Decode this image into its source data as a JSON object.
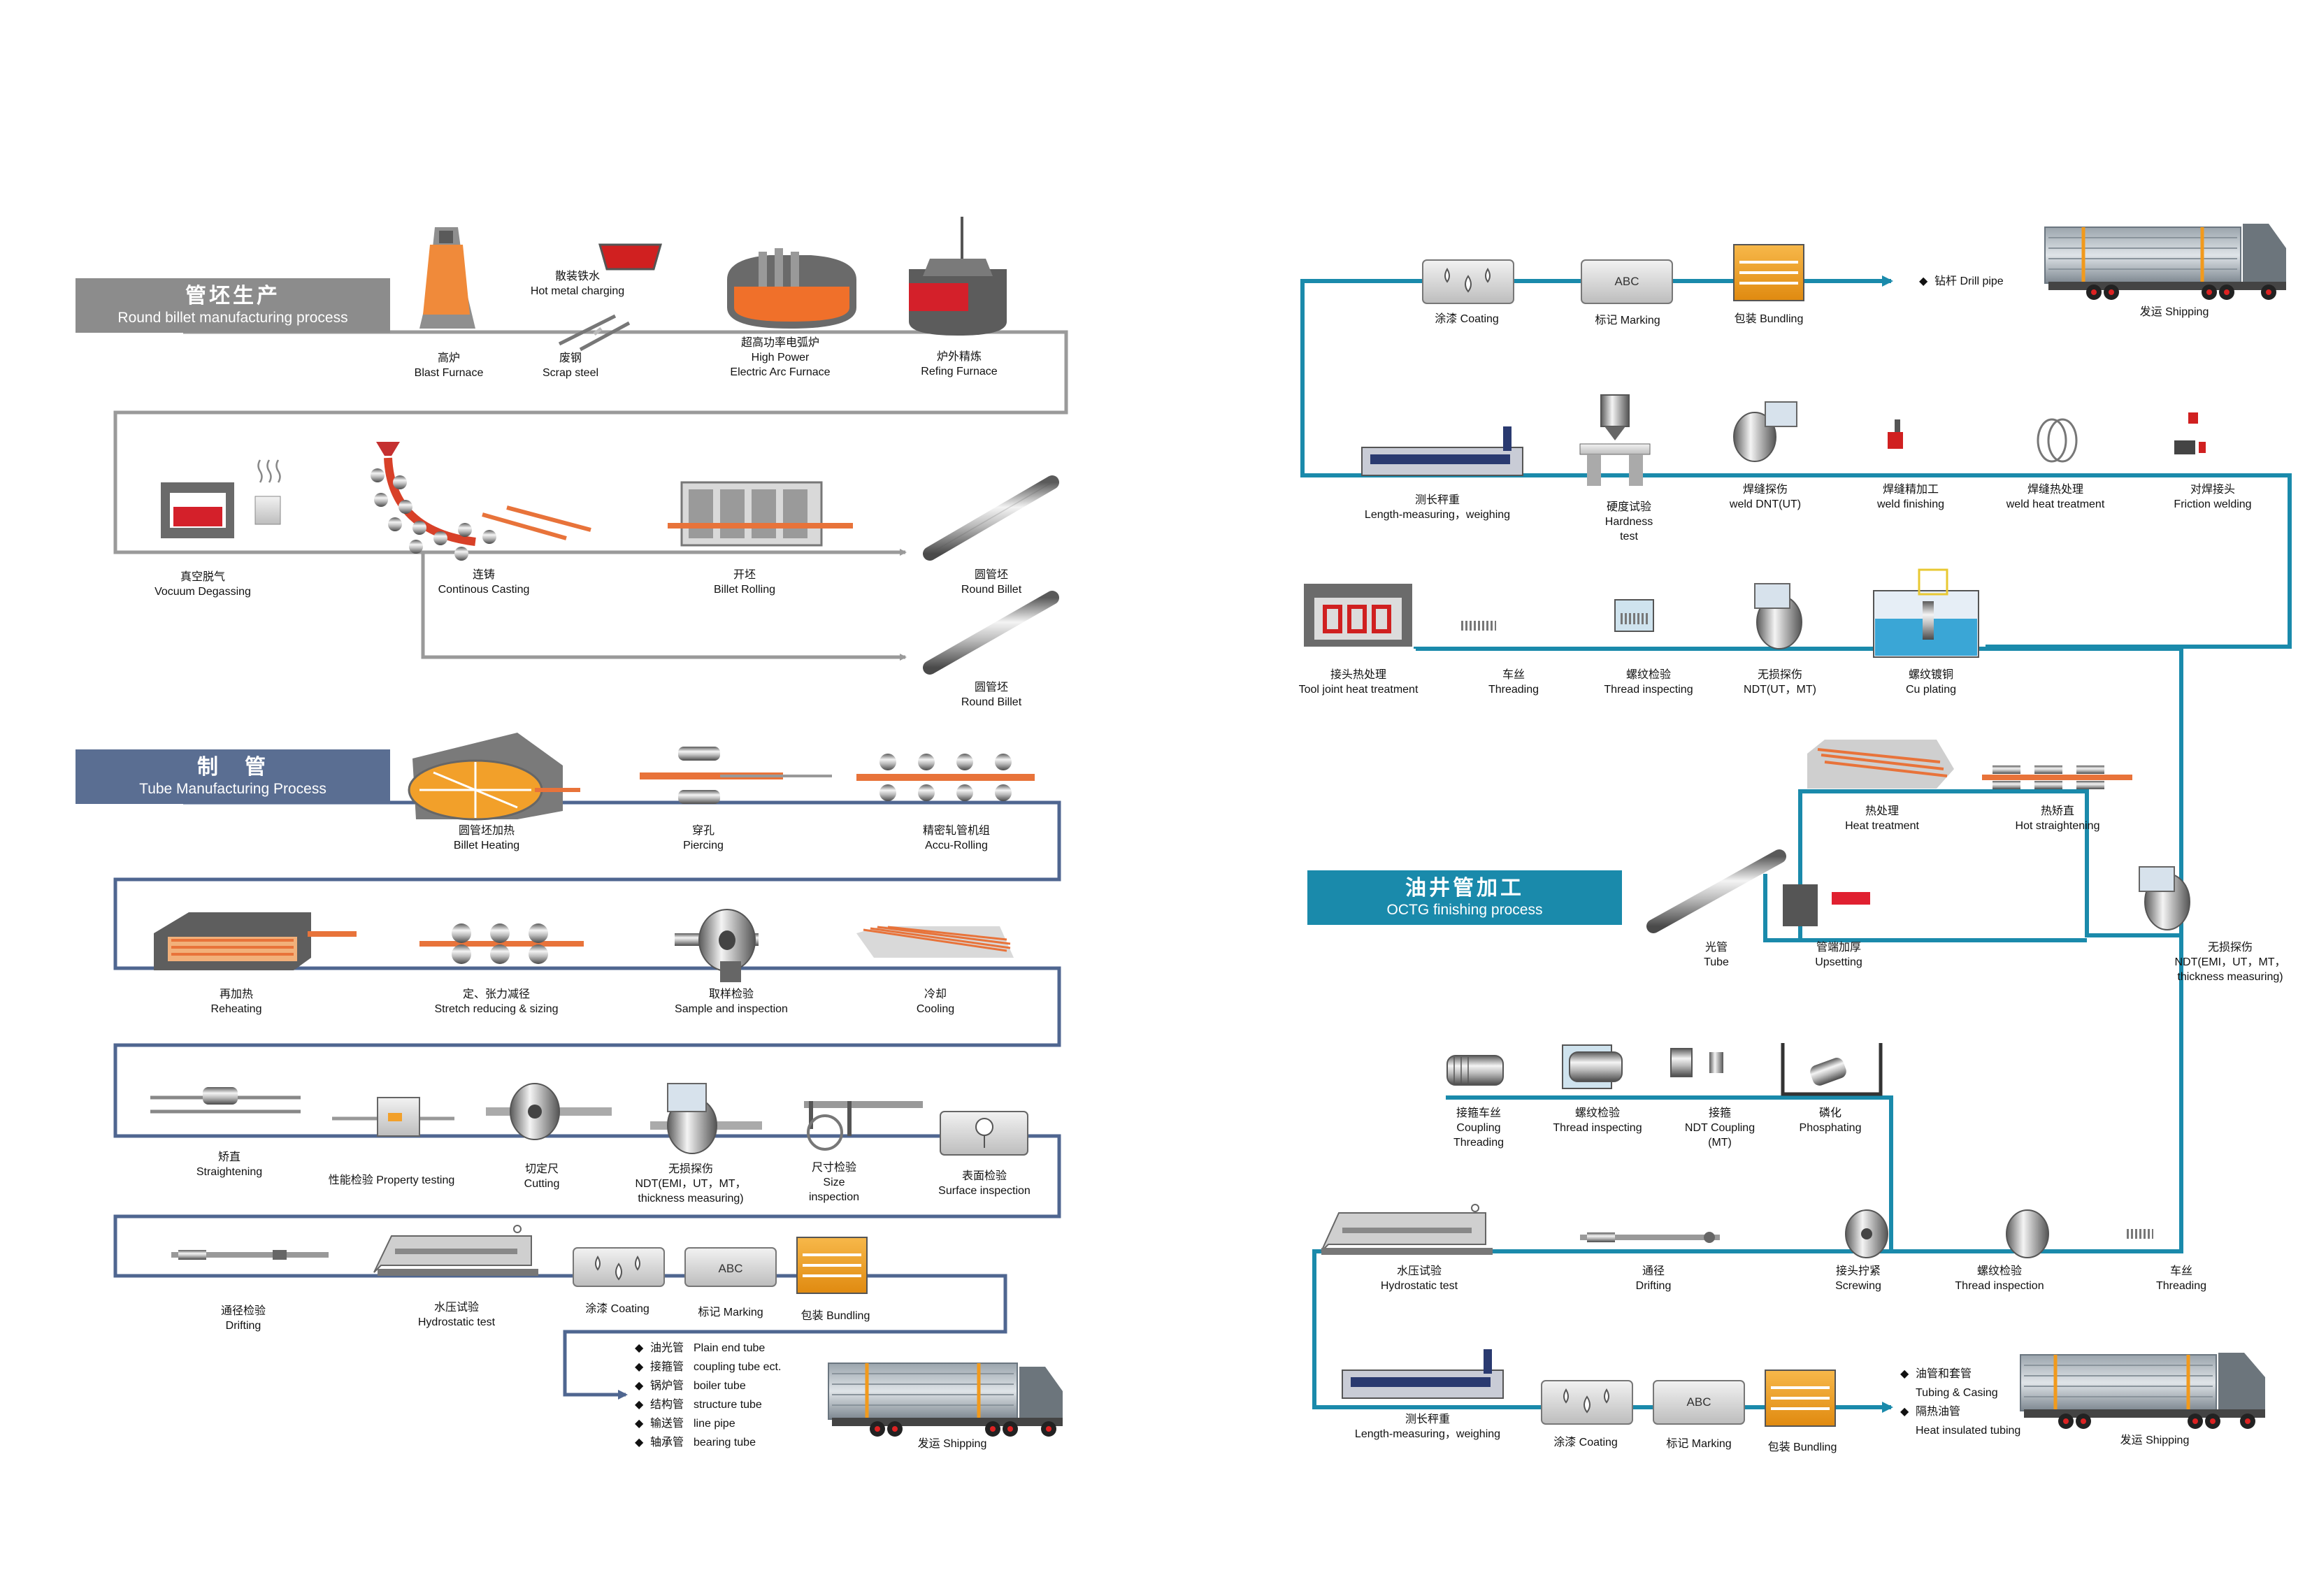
{
  "sections": {
    "billet": {
      "zh": "管坯生产",
      "en": "Round billet manufacturing process",
      "color": "#8c8c8c"
    },
    "tube": {
      "zh": "制　管",
      "en": "Tube Manufacturing Process",
      "color": "#5a6e92"
    },
    "octg": {
      "zh": "油井管加工",
      "en": "OCTG finishing process",
      "color": "#1a8aab"
    }
  },
  "colors": {
    "gray_line": "#9a9a9a",
    "blue_gray_line": "#4f6690",
    "teal_line": "#1a8aab",
    "orange": "#f29a1c",
    "red_hot": "#e2462a"
  },
  "billet_steps": {
    "blast": {
      "zh": "高炉",
      "en": "Blast Furnace"
    },
    "hotmetal": {
      "zh": "散装铁水",
      "en": "Hot metal charging"
    },
    "scrap": {
      "zh": "废钢",
      "en": "Scrap steel"
    },
    "eaf": {
      "zh": "超高功率电弧炉",
      "en1": "High Power",
      "en2": "Electric Arc Furnace"
    },
    "refine": {
      "zh": "炉外精炼",
      "en": "Refing Furnace"
    },
    "vacuum": {
      "zh": "真空脱气",
      "en": "Vocuum Degassing"
    },
    "casting": {
      "zh": "连铸",
      "en": "Continous Casting"
    },
    "rolling": {
      "zh": "开坯",
      "en": "Billet Rolling"
    },
    "round1": {
      "zh": "圆管坯",
      "en": "Round Billet"
    },
    "round2": {
      "zh": "圆管坯",
      "en": "Round Billet"
    }
  },
  "tube_steps": {
    "heating": {
      "zh": "圆管坯加热",
      "en": "Billet Heating"
    },
    "piercing": {
      "zh": "穿孔",
      "en": "Piercing"
    },
    "accu": {
      "zh": "精密轧管机组",
      "en": "Accu-Rolling"
    },
    "reheating": {
      "zh": "再加热",
      "en": "Reheating"
    },
    "stretch": {
      "zh": "定、张力减径",
      "en": "Stretch reducing & sizing"
    },
    "sample": {
      "zh": "取样检验",
      "en": "Sample and inspection"
    },
    "cooling": {
      "zh": "冷却",
      "en": "Cooling"
    },
    "straight": {
      "zh": "矫直",
      "en": "Straightening"
    },
    "property": {
      "text": "性能检验 Property testing"
    },
    "cutting": {
      "zh": "切定尺",
      "en": "Cutting"
    },
    "ndt": {
      "zh": "无损探伤",
      "en1": "NDT(EMI，UT，MT，",
      "en2": "thickness measuring)"
    },
    "size": {
      "zh": "尺寸检验",
      "en1": "Size",
      "en2": "inspection"
    },
    "surface": {
      "zh": "表面检验",
      "en": "Surface inspection"
    },
    "drift": {
      "zh": "通径检验",
      "en": "Drifting"
    },
    "hydro": {
      "zh": "水压试验",
      "en": "Hydrostatic test"
    },
    "coating": {
      "text": "涂漆 Coating"
    },
    "marking": {
      "text": "标记 Marking",
      "stamp": "ABC"
    },
    "bundling": {
      "text": "包装 Bundling"
    },
    "shipping": {
      "text": "发运  Shipping"
    },
    "products": [
      {
        "zh": "油光管",
        "en": "Plain end tube"
      },
      {
        "zh": "接箍管",
        "en": "coupling tube ect."
      },
      {
        "zh": "锅炉管",
        "en": "boiler tube"
      },
      {
        "zh": "结构管",
        "en": "structure tube"
      },
      {
        "zh": "输送管",
        "en": "line pipe"
      },
      {
        "zh": "轴承管",
        "en": "bearing tube"
      }
    ]
  },
  "octg_steps": {
    "coating": {
      "text": "涂漆 Coating"
    },
    "marking": {
      "text": "标记 Marking",
      "stamp": "ABC"
    },
    "bundling": {
      "text": "包装 Bundling"
    },
    "drillpipe": {
      "text": "钻杆 Drill pipe"
    },
    "shipping1": {
      "text": "发运  Shipping"
    },
    "lenweigh": {
      "zh": "测长秤重",
      "en": "Length-measuring，weighing"
    },
    "hardness": {
      "zh": "硬度试验",
      "en1": "Hardness",
      "en2": "test"
    },
    "weldndt": {
      "zh": "焊缝探伤",
      "en": "weld DNT(UT)"
    },
    "weldfin": {
      "zh": "焊缝精加工",
      "en": "weld finishing"
    },
    "weldheat": {
      "zh": "焊缝热处理",
      "en": "weld heat treatment"
    },
    "friction": {
      "zh": "对焊接头",
      "en": "Friction welding"
    },
    "tooljoint": {
      "zh": "接头热处理",
      "en": "Tool joint heat treatment"
    },
    "threading1": {
      "zh": "车丝",
      "en": "Threading"
    },
    "threadinsp1": {
      "zh": "螺纹检验",
      "en": "Thread inspecting"
    },
    "ndt1": {
      "zh": "无损探伤",
      "en": "NDT(UT，MT)"
    },
    "cuplating": {
      "zh": "螺纹镀铜",
      "en": "Cu plating"
    },
    "heattreat": {
      "zh": "热处理",
      "en": "Heat treatment"
    },
    "hotstraight": {
      "zh": "热矫直",
      "en": "Hot straightening"
    },
    "tube": {
      "zh": "光管",
      "en": "Tube"
    },
    "upsetting": {
      "zh": "管端加厚",
      "en": "Upsetting"
    },
    "ndt2": {
      "zh": "无损探伤",
      "en1": "NDT(EMI，UT，MT，",
      "en2": "thickness measuring)"
    },
    "couplingthread": {
      "zh": "接箍车丝",
      "en1": "Coupling",
      "en2": "Threading"
    },
    "threadinsp2": {
      "zh": "螺纹检验",
      "en": "Thread inspecting"
    },
    "coupndt": {
      "zh": "接箍",
      "en1": "NDT Coupling",
      "en2": "(MT)"
    },
    "phosph": {
      "zh": "磷化",
      "en": "Phosphating"
    },
    "hydro": {
      "zh": "水压试验",
      "en": "Hydrostatic test"
    },
    "drifting": {
      "zh": "通径",
      "en": "Drifting"
    },
    "screwing": {
      "zh": "接头拧紧",
      "en": "Screwing"
    },
    "threadinsp3": {
      "zh": "螺纹检验",
      "en": "Thread inspection"
    },
    "threading2": {
      "zh": "车丝",
      "en": "Threading"
    },
    "lenweigh2": {
      "zh": "测长秤重",
      "en": "Length-measuring，weighing"
    },
    "coating2": {
      "text": "涂漆 Coating"
    },
    "marking2": {
      "text": "标记 Marking",
      "stamp": "ABC"
    },
    "bundling2": {
      "text": "包装 Bundling"
    },
    "casing1": {
      "text": "油管和套管"
    },
    "casing2": {
      "text": "Tubing & Casing"
    },
    "insul1": {
      "text": "隔热油管"
    },
    "insul2": {
      "text": "Heat insulated tubing"
    },
    "shipping2": {
      "text": "发运  Shipping"
    }
  }
}
